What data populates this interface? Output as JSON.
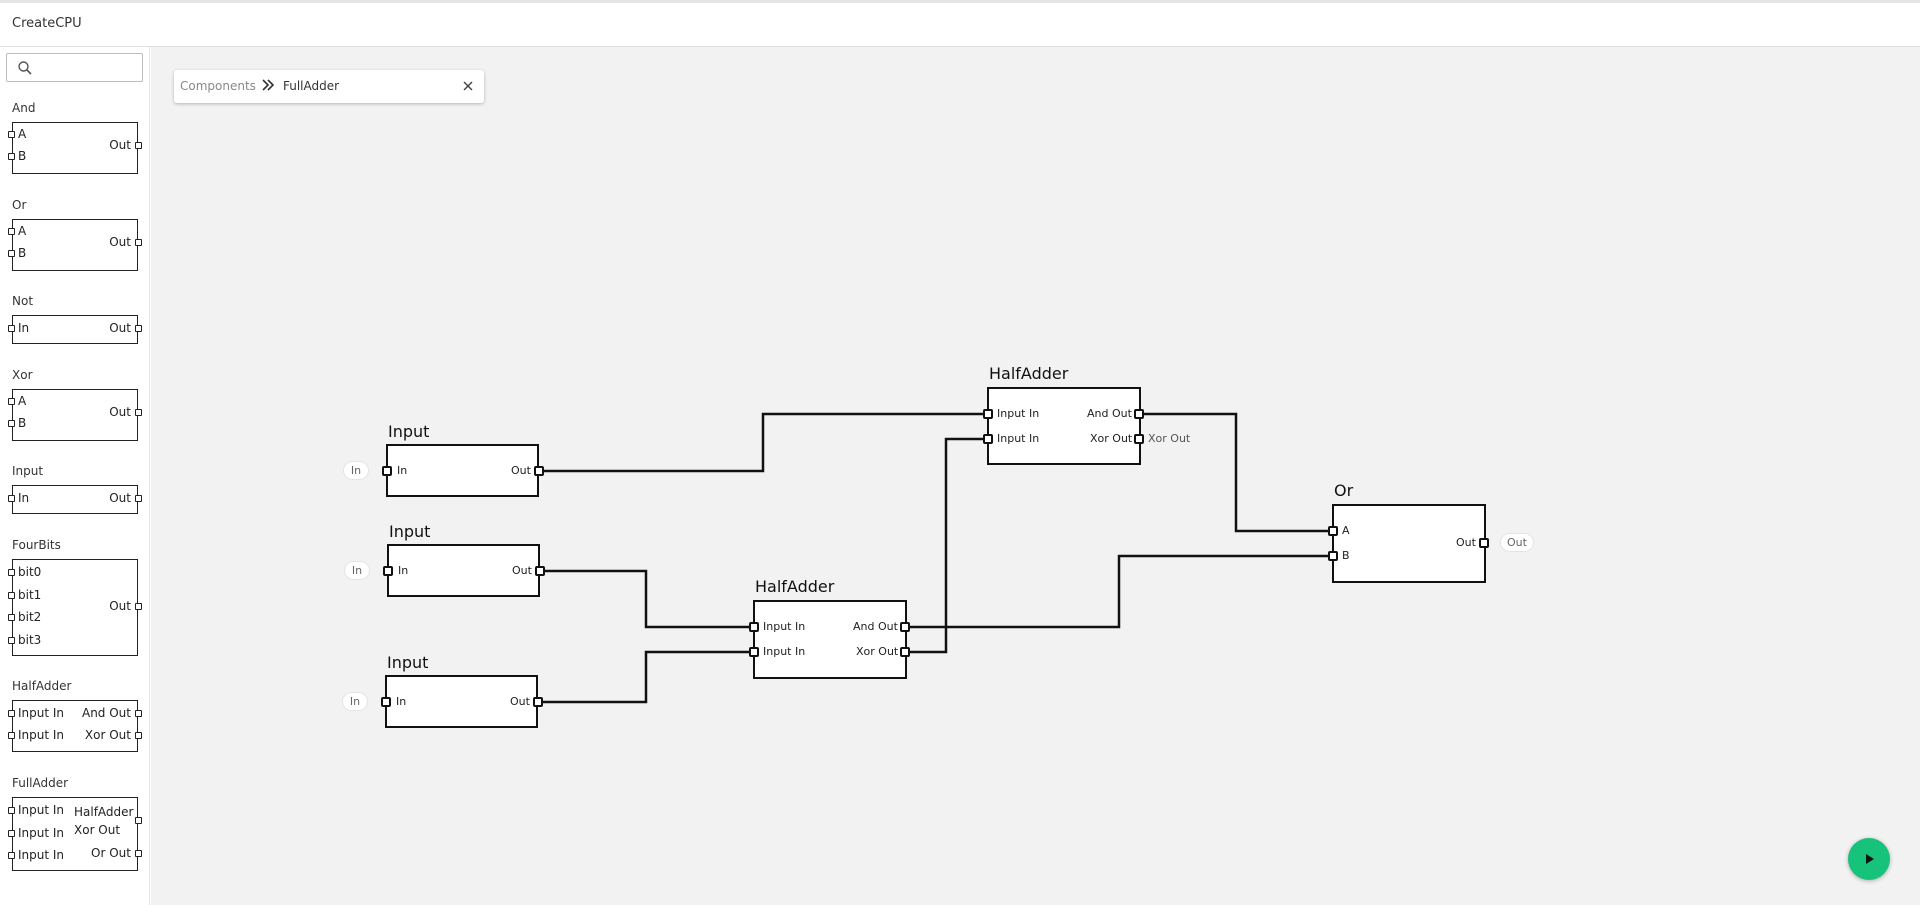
{
  "app": {
    "title": "CreateCPU"
  },
  "search": {
    "value": "",
    "placeholder": ""
  },
  "sidebar": {
    "and": {
      "name": "And",
      "in1": "A",
      "in2": "B",
      "out": "Out"
    },
    "or": {
      "name": "Or",
      "in1": "A",
      "in2": "B",
      "out": "Out"
    },
    "not": {
      "name": "Not",
      "in1": "In",
      "out": "Out"
    },
    "xor": {
      "name": "Xor",
      "in1": "A",
      "in2": "B",
      "out": "Out"
    },
    "input": {
      "name": "Input",
      "in1": "In",
      "out": "Out"
    },
    "fourbits": {
      "name": "FourBits",
      "in1": "bit0",
      "in2": "bit1",
      "in3": "bit2",
      "in4": "bit3",
      "out": "Out"
    },
    "halfadder": {
      "name": "HalfAdder",
      "in1": "Input In",
      "in2": "Input In",
      "out1": "And Out",
      "out2": "Xor Out"
    },
    "fulladder": {
      "name": "FullAdder",
      "in1": "Input In",
      "in2": "Input In",
      "in3": "Input In",
      "mid1": "HalfAdder",
      "mid2": "Xor Out",
      "out": "Or Out"
    }
  },
  "breadcrumb": {
    "root": "Components",
    "current": "FullAdder"
  },
  "circuit": {
    "input1": {
      "title": "Input",
      "in": "In",
      "out": "Out",
      "badge": "In"
    },
    "input2": {
      "title": "Input",
      "in": "In",
      "out": "Out",
      "badge": "In"
    },
    "input3": {
      "title": "Input",
      "in": "In",
      "out": "Out",
      "badge": "In"
    },
    "ha_top": {
      "title": "HalfAdder",
      "in1": "Input In",
      "in2": "Input In",
      "out1": "And Out",
      "out2": "Xor Out",
      "ext_out": "Xor Out"
    },
    "ha_bottom": {
      "title": "HalfAdder",
      "in1": "Input In",
      "in2": "Input In",
      "out1": "And Out",
      "out2": "Xor Out"
    },
    "or": {
      "title": "Or",
      "in1": "A",
      "in2": "B",
      "out": "Out",
      "badge": "Out"
    }
  },
  "colors": {
    "play": "#17c27a",
    "wire": "#111111",
    "canvas": "#f2f2f2"
  },
  "icons": {
    "search": "search-icon",
    "separator": "chevron-double-right-icon",
    "close": "close-icon",
    "play": "play-icon"
  }
}
